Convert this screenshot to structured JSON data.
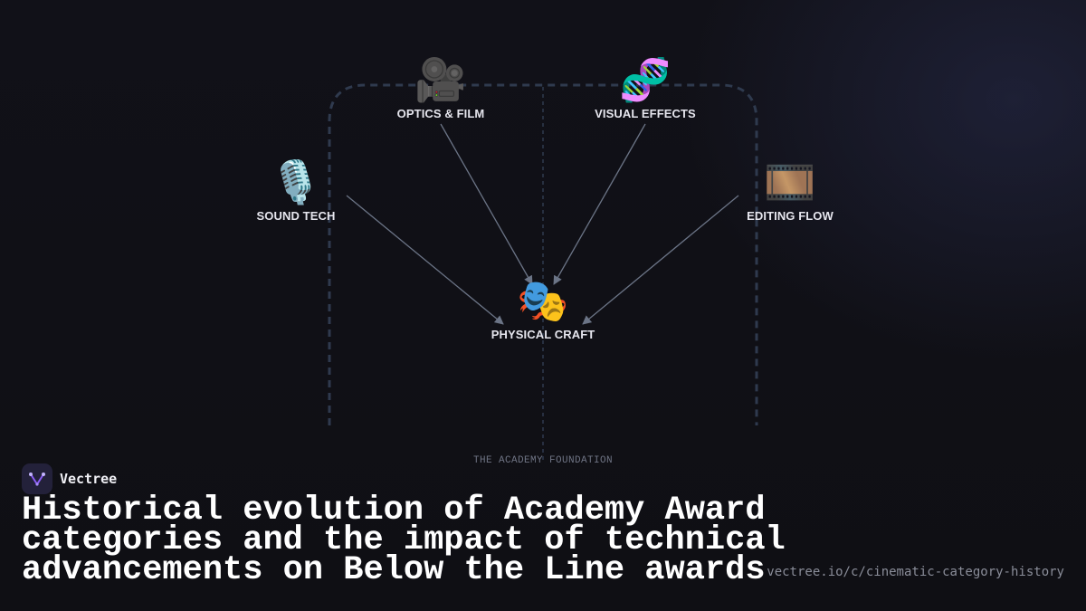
{
  "diagram": {
    "nodes": [
      {
        "id": "optics",
        "emoji": "🎥",
        "label": "OPTICS & FILM"
      },
      {
        "id": "vfx",
        "emoji": "🧬",
        "label": "VISUAL EFFECTS"
      },
      {
        "id": "sound",
        "emoji": "🎙️",
        "label": "SOUND TECH"
      },
      {
        "id": "editing",
        "emoji": "🎞️",
        "label": "EDITING FLOW"
      },
      {
        "id": "craft",
        "emoji": "🎭",
        "label": "PHYSICAL CRAFT"
      }
    ],
    "edges": [
      {
        "from": "sound",
        "to": "craft"
      },
      {
        "from": "optics",
        "to": "craft"
      },
      {
        "from": "vfx",
        "to": "craft"
      },
      {
        "from": "editing",
        "to": "craft"
      }
    ],
    "foundation_label": "THE ACADEMY FOUNDATION"
  },
  "brand": {
    "name": "Vectree"
  },
  "title": "Historical evolution of Academy Award categories and the impact of technical advancements on Below the Line awards",
  "url": "vectree.io/c/cinematic-category-history",
  "colors": {
    "background": "#0f0f14",
    "arch": "#2f3a4e",
    "arrow": "#6b7486",
    "label": "#e6e6ee"
  }
}
